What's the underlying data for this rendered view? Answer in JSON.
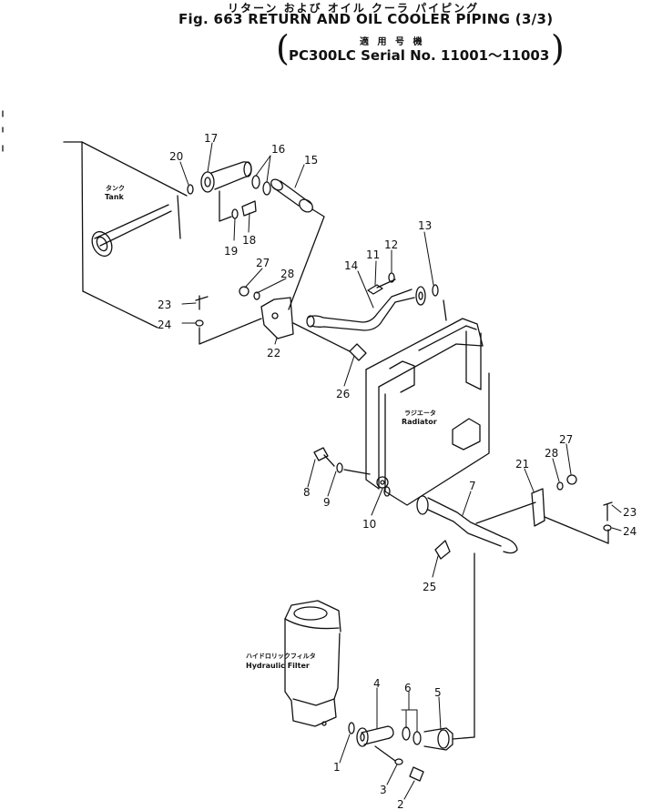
{
  "header": {
    "title_jp": "リターン および オイル クーラ パイピング",
    "title_main": "Fig. 663 RETURN AND OIL COOLER PIPING (3/3)",
    "applicability_jp": "適 用 号 機",
    "serial_line": "PC300LC Serial No. 11001～11003"
  },
  "components": {
    "tank": {
      "jp": "タンク",
      "en": "Tank"
    },
    "radiator": {
      "jp": "ラジエータ",
      "en": "Radiator"
    },
    "filter": {
      "jp": "ハイドロリックフィルタ",
      "en": "Hydraulic Filter"
    }
  },
  "callouts": [
    "20",
    "17",
    "16",
    "15",
    "18",
    "19",
    "13",
    "12",
    "11",
    "14",
    "27",
    "28",
    "23",
    "24",
    "22",
    "26",
    "8",
    "9",
    "10",
    "7",
    "21",
    "28",
    "27",
    "23",
    "24",
    "25",
    "4",
    "6",
    "5",
    "1",
    "3",
    "2"
  ]
}
